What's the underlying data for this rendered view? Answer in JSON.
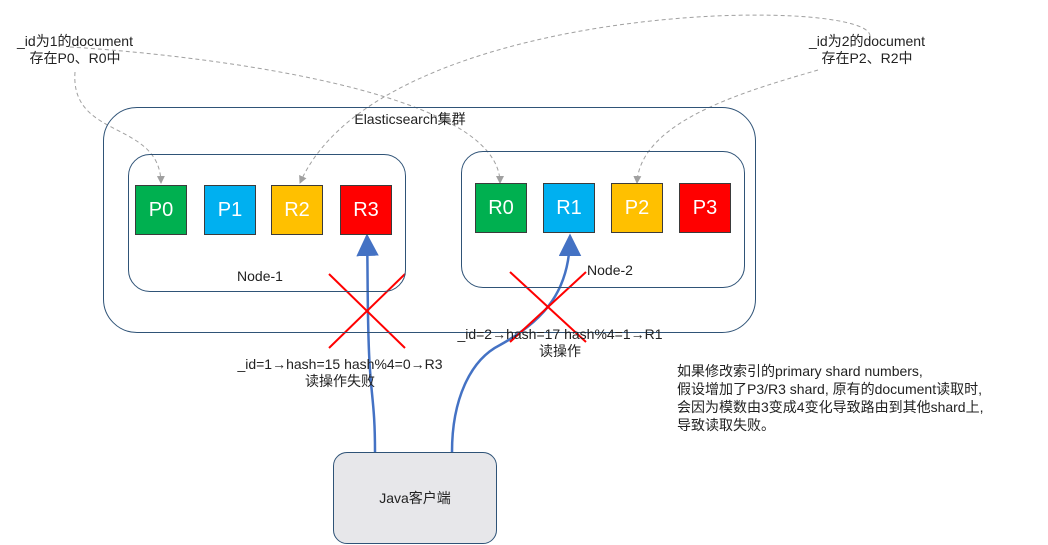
{
  "labels": {
    "doc1_line1": "_id为1的document",
    "doc1_line2": "存在P0、R0中",
    "doc2_line1": "_id为2的document",
    "doc2_line2": "存在P2、R2中",
    "cluster": "Elasticsearch集群",
    "node1": "Node-1",
    "node2": "Node-2",
    "read1_line1": "_id=1→hash=15 hash%4=0→R3",
    "read1_line2": "读操作失败",
    "read2_line1": "_id=2→hash=17 hash%4=1→R1",
    "read2_line2": "读操作",
    "client": "Java客户端"
  },
  "node1_shards": [
    {
      "label": "P0",
      "color": "#00b050"
    },
    {
      "label": "P1",
      "color": "#00b0f0"
    },
    {
      "label": "R2",
      "color": "#ffc000"
    },
    {
      "label": "R3",
      "color": "#ff0000"
    }
  ],
  "node2_shards": [
    {
      "label": "R0",
      "color": "#00b050"
    },
    {
      "label": "R1",
      "color": "#00b0f0"
    },
    {
      "label": "P2",
      "color": "#ffc000"
    },
    {
      "label": "P3",
      "color": "#ff0000"
    }
  ],
  "note": [
    "如果修改索引的primary shard numbers,",
    "假设增加了P3/R3 shard, 原有的document读取时,",
    "会因为模数由3变成4变化导致路由到其他shard上,",
    "导致读取失败。"
  ],
  "colors": {
    "border": "#2f5377",
    "arrow": "#4472c4",
    "cross": "#ff0000",
    "dashed": "#a0a0a0"
  }
}
